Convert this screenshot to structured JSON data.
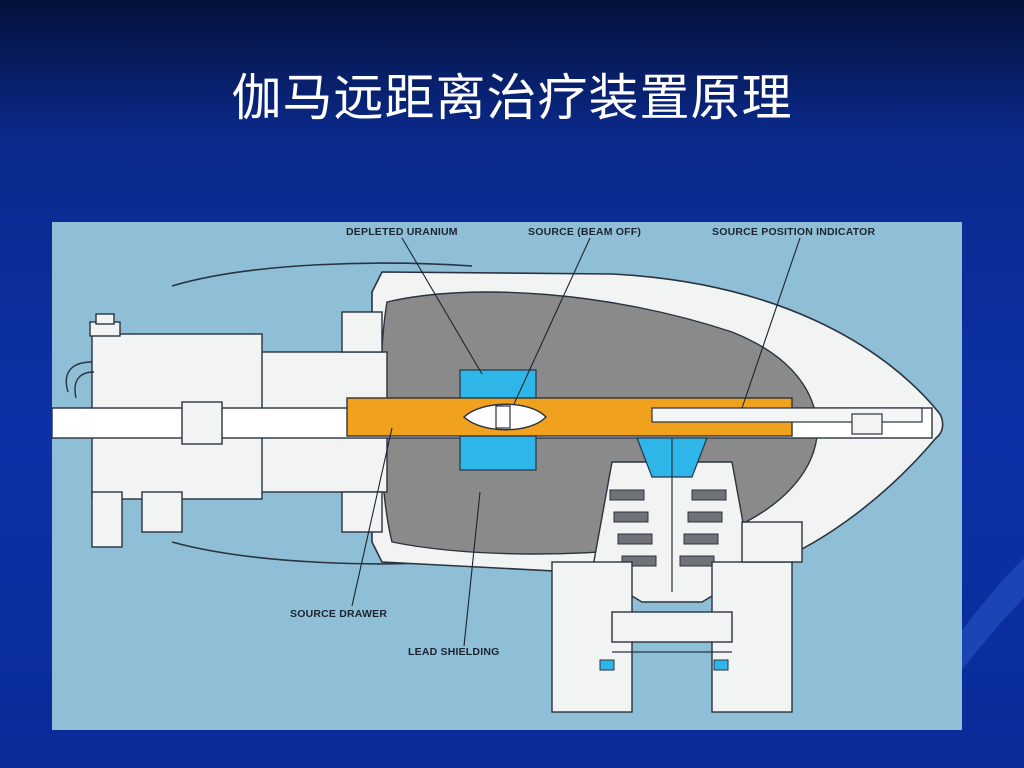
{
  "slide": {
    "title": "伽马远距离治疗装置原理"
  },
  "diagram": {
    "labels": {
      "depleted_uranium": "DEPLETED URANIUM",
      "source_beam_off": "SOURCE (BEAM OFF)",
      "source_position_indicator": "SOURCE POSITION INDICATOR",
      "source_drawer": "SOURCE DRAWER",
      "lead_shielding": "LEAD SHIELDING"
    },
    "colors": {
      "background": "#8fbfd6",
      "housing": "#f2f4f4",
      "lead_shielding": "#8a8a8a",
      "source_drawer": "#f0a21e",
      "depleted_uranium": "#2fb6e8",
      "outline": "#2a3340"
    }
  }
}
